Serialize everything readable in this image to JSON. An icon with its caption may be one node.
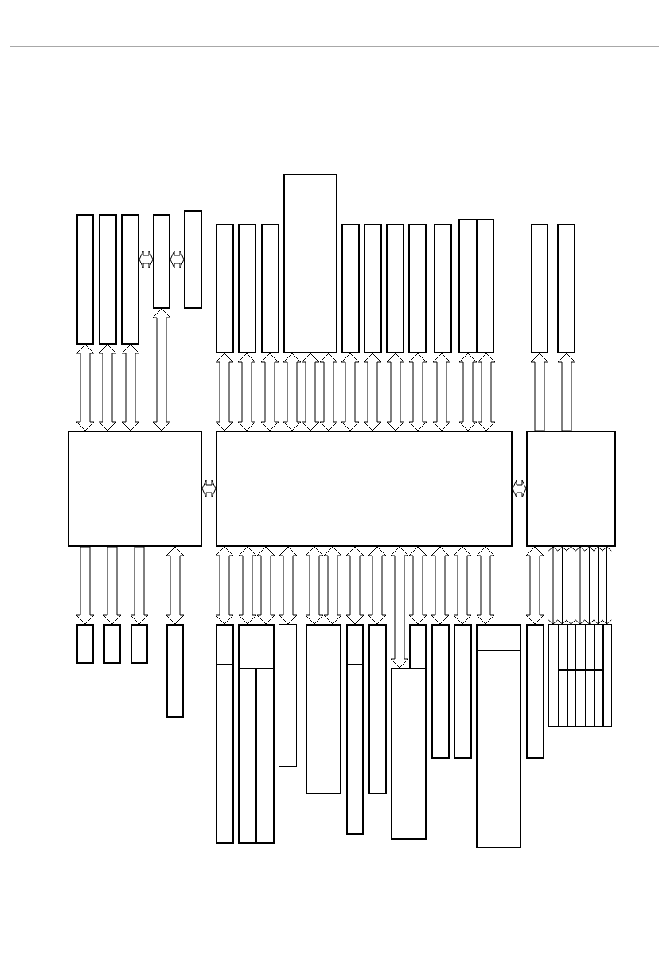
{
  "diagram": {
    "nodes": [
      {
        "text": [],
        "shape": "box"
      },
      {
        "text": [],
        "shape": "box"
      },
      {
        "text": [],
        "shape": "box"
      },
      {
        "text": [],
        "shape": "box"
      },
      {
        "text": [],
        "shape": "box"
      },
      {
        "text": [],
        "shape": "box"
      },
      {
        "text": [],
        "shape": "box"
      },
      {
        "text": [],
        "shape": "box"
      },
      {
        "text": [],
        "shape": "box"
      },
      {
        "text": [],
        "shape": "box"
      },
      {
        "text": [],
        "shape": "box"
      },
      {
        "text": [],
        "shape": "box"
      },
      {
        "text": [],
        "shape": "box"
      },
      {
        "text": [],
        "shape": "box"
      },
      {
        "text": [],
        "shape": "box"
      },
      {
        "text": [],
        "shape": "box"
      },
      {
        "text": [],
        "shape": "box"
      },
      {
        "text": [],
        "shape": "box"
      },
      {
        "text": [],
        "shape": "box"
      },
      {
        "text": [],
        "shape": "box"
      },
      {
        "text": [],
        "shape": "box"
      },
      {
        "text": [],
        "shape": "box"
      },
      {
        "text": [],
        "shape": "box"
      },
      {
        "text": [],
        "shape": "box"
      },
      {
        "text": [],
        "shape": "box"
      },
      {
        "text": [],
        "shape": "box"
      },
      {
        "text": [],
        "shape": "box"
      },
      {
        "text": [],
        "shape": "box"
      },
      {
        "text": [],
        "shape": "box"
      },
      {
        "text": [],
        "shape": "box"
      },
      {
        "text": [],
        "shape": "box"
      },
      {
        "text": [],
        "shape": "box"
      },
      {
        "text": [],
        "shape": "box"
      },
      {
        "text": [],
        "shape": "box"
      },
      {
        "text": [],
        "shape": "box"
      },
      {
        "text": [],
        "shape": "box"
      },
      {
        "text": [],
        "shape": "box"
      },
      {
        "text": [],
        "shape": "box"
      },
      {
        "text": [],
        "shape": "box"
      },
      {
        "text": [],
        "shape": "box"
      },
      {
        "text": [],
        "shape": "box"
      },
      {
        "text": [],
        "shape": "box"
      },
      {
        "text": [],
        "shape": "box"
      },
      {
        "text": [],
        "shape": "box"
      },
      {
        "text": [],
        "shape": "box"
      },
      {
        "text": [],
        "shape": "box"
      }
    ],
    "edges": [
      {
        "from": 0,
        "to": 18,
        "arrow": "both"
      },
      {
        "from": 1,
        "to": 18,
        "arrow": "both"
      },
      {
        "from": 2,
        "to": 18,
        "arrow": "both"
      },
      {
        "from": 3,
        "to": 18,
        "arrow": "both"
      },
      {
        "from": 2,
        "to": 3,
        "arrow": "both"
      },
      {
        "from": 3,
        "to": 4,
        "arrow": "both"
      },
      {
        "from": 5,
        "to": 19,
        "arrow": "both"
      },
      {
        "from": 6,
        "to": 19,
        "arrow": "both"
      },
      {
        "from": 7,
        "to": 19,
        "arrow": "both"
      },
      {
        "from": 8,
        "to": 19,
        "arrow": "both"
      },
      {
        "from": 8,
        "to": 19,
        "arrow": "both"
      },
      {
        "from": 8,
        "to": 19,
        "arrow": "both"
      },
      {
        "from": 9,
        "to": 19,
        "arrow": "both"
      },
      {
        "from": 10,
        "to": 19,
        "arrow": "both"
      },
      {
        "from": 11,
        "to": 19,
        "arrow": "both"
      },
      {
        "from": 12,
        "to": 19,
        "arrow": "both"
      },
      {
        "from": 13,
        "to": 19,
        "arrow": "both"
      },
      {
        "from": 14,
        "to": 19,
        "arrow": "both"
      },
      {
        "from": 15,
        "to": 19,
        "arrow": "both"
      },
      {
        "from": 20,
        "to": 16,
        "arrow": "to"
      },
      {
        "from": 20,
        "to": 17,
        "arrow": "to"
      },
      {
        "from": 18,
        "to": 19,
        "arrow": "both"
      },
      {
        "from": 19,
        "to": 20,
        "arrow": "both"
      },
      {
        "from": 18,
        "to": 21,
        "arrow": "to"
      },
      {
        "from": 18,
        "to": 22,
        "arrow": "to"
      },
      {
        "from": 18,
        "to": 23,
        "arrow": "to"
      },
      {
        "from": 18,
        "to": 24,
        "arrow": "both"
      },
      {
        "from": 19,
        "to": 25,
        "arrow": "both"
      },
      {
        "from": 19,
        "to": 26,
        "arrow": "both"
      },
      {
        "from": 19,
        "to": 26,
        "arrow": "both"
      },
      {
        "from": 19,
        "to": 29,
        "arrow": "both"
      },
      {
        "from": 19,
        "to": 30,
        "arrow": "both"
      },
      {
        "from": 19,
        "to": 30,
        "arrow": "both"
      },
      {
        "from": 19,
        "to": 31,
        "arrow": "both"
      },
      {
        "from": 19,
        "to": 32,
        "arrow": "both"
      },
      {
        "from": 19,
        "to": 34,
        "arrow": "both"
      },
      {
        "from": 19,
        "to": 33,
        "arrow": "both"
      },
      {
        "from": 19,
        "to": 35,
        "arrow": "both"
      },
      {
        "from": 19,
        "to": 36,
        "arrow": "both"
      },
      {
        "from": 19,
        "to": 37,
        "arrow": "both"
      },
      {
        "from": 20,
        "to": 38,
        "arrow": "both"
      },
      {
        "from": 20,
        "to": 39,
        "arrow": "both"
      },
      {
        "from": 20,
        "to": 40,
        "arrow": "both"
      },
      {
        "from": 20,
        "to": 41,
        "arrow": "both"
      },
      {
        "from": 20,
        "to": 42,
        "arrow": "both"
      },
      {
        "from": 20,
        "to": 43,
        "arrow": "both"
      },
      {
        "from": 20,
        "to": 44,
        "arrow": "both"
      },
      {
        "from": 20,
        "to": 45,
        "arrow": "both"
      }
    ]
  }
}
